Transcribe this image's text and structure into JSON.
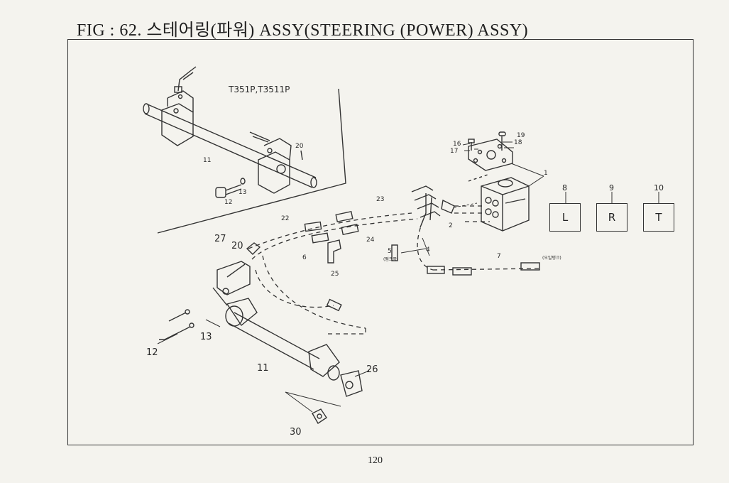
{
  "header": {
    "title": "FIG : 62. 스테어링(파워) ASSY(STEERING (POWER) ASSY)"
  },
  "inset": {
    "model_label": "T351P,T3511P"
  },
  "callouts": {
    "c1": "1",
    "c2": "2",
    "c4": "4",
    "c5": "5",
    "c6": "6",
    "c7": "7",
    "c11a": "11",
    "c11b": "11",
    "c12a": "12",
    "c12b": "12",
    "c13a": "13",
    "c13b": "13",
    "c16": "16",
    "c17": "17",
    "c18": "18",
    "c19": "19",
    "c20a": "20",
    "c20b": "20",
    "c22": "22",
    "c23": "23",
    "c24": "24",
    "c25": "25",
    "c26": "26",
    "c27": "27",
    "c30": "30",
    "c_pump": "(펌프쪽)",
    "c_oil": "(오일탱크)"
  },
  "port_keys": [
    {
      "num": "8",
      "letter": "L"
    },
    {
      "num": "9",
      "letter": "R"
    },
    {
      "num": "10",
      "letter": "T"
    }
  ],
  "footer": {
    "page_number": "120"
  }
}
